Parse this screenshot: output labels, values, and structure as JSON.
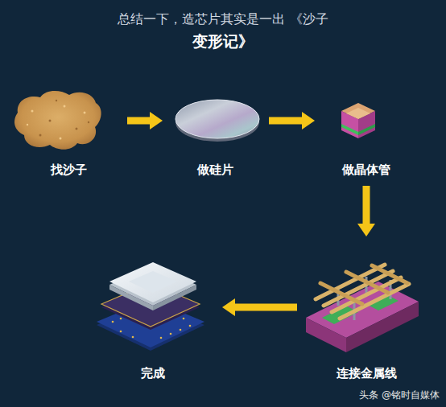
{
  "diagram": {
    "title": "总结一下，造芯片其实是一出 《沙子变形记》",
    "nodes": [
      {
        "text": [
          "找沙子"
        ]
      },
      {
        "text": [
          "做硅片"
        ]
      },
      {
        "text": [
          "做晶体管"
        ]
      },
      {
        "text": [
          "连接金属线"
        ]
      },
      {
        "text": [
          "完成"
        ]
      }
    ],
    "edges": [
      {
        "from": 0,
        "to": 1,
        "arrow": "to"
      },
      {
        "from": 1,
        "to": 2,
        "arrow": "to"
      },
      {
        "from": 2,
        "to": 3,
        "arrow": "to"
      },
      {
        "from": 3,
        "to": 4,
        "arrow": "to"
      }
    ],
    "labels": [
      "头条 @铭时自媒体"
    ]
  }
}
